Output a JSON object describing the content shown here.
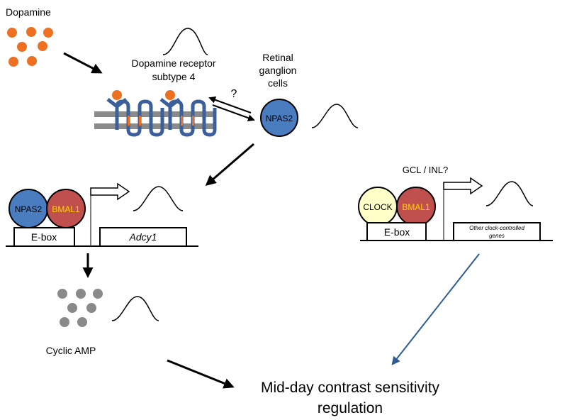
{
  "labels": {
    "dopamine": "Dopamine",
    "receptor_line1": "Dopamine receptor",
    "receptor_line2": "subtype 4",
    "question": "?",
    "rgc_line1": "Retinal",
    "rgc_line2": "ganglion",
    "rgc_line3": "cells",
    "npas2": "NPAS2",
    "npas2_box": "NPAS2",
    "bmal1_left": "BMAL1",
    "ebox_left": "E-box",
    "adcy1": "Adcy1",
    "gcl_inl": "GCL / INL?",
    "clock": "CLOCK",
    "bmal1_right": "BMAL1",
    "ebox_right": "E-box",
    "other_genes_line1": "Other clock-controlled",
    "other_genes_line2": "genes",
    "cyclic_amp": "Cyclic AMP",
    "outcome_line1": "Mid-day contrast sensitivity",
    "outcome_line2": "regulation"
  },
  "colors": {
    "dopamine": "#ee7022",
    "receptor": "#3a5f9a",
    "membrane": "#8a8a8a",
    "npas2": "#4a7cc0",
    "bmal1": "#c0504d",
    "bmal1_text": "#ffd500",
    "clock": "#ffffc8",
    "camp": "#8a8a8a",
    "blue_arrow": "#2e5a94"
  }
}
